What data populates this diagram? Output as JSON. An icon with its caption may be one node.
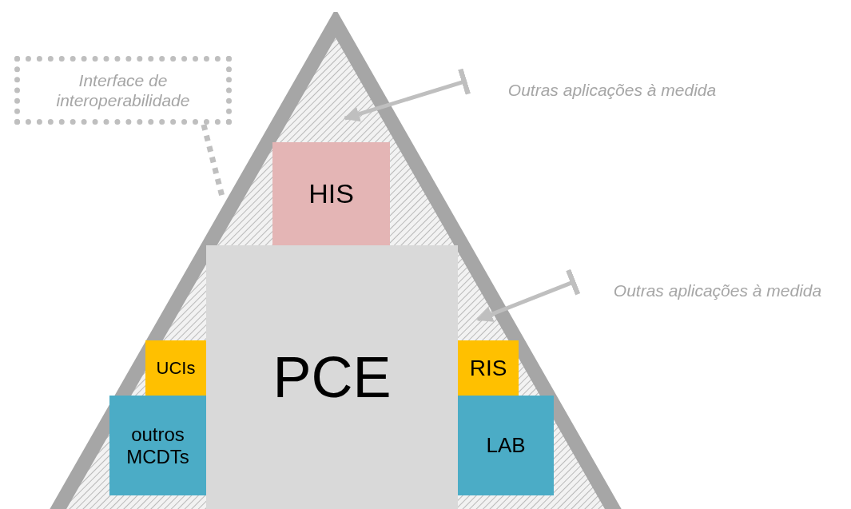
{
  "diagram": {
    "nodes": [
      {
        "text": [
          "Interface de interoperabilidade"
        ]
      },
      {
        "text": [],
        "shape": "triangle"
      },
      {
        "text": [
          "Outras aplicações à medida"
        ]
      },
      {
        "text": [
          "Outras aplicações à medida"
        ]
      },
      {
        "text": [
          "HIS"
        ],
        "in": 1
      },
      {
        "text": [
          "PCE"
        ],
        "in": 1
      },
      {
        "text": [
          "UCIs"
        ],
        "in": 1
      },
      {
        "text": [
          "RIS"
        ],
        "in": 1
      },
      {
        "text": [
          "outros MCDTs"
        ],
        "in": 1
      },
      {
        "text": [
          "LAB"
        ],
        "in": 1
      }
    ],
    "edges": [
      {
        "from": 0,
        "to": 1,
        "arrow": "none",
        "style": "dashed"
      },
      {
        "from": 2,
        "to": 1,
        "arrow": "to"
      },
      {
        "from": 3,
        "to": 1,
        "arrow": "to"
      }
    ]
  }
}
